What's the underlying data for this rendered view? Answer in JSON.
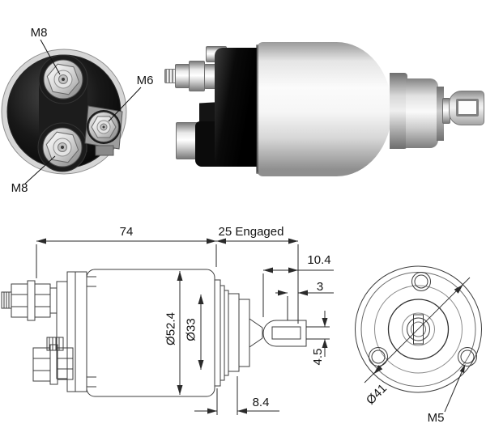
{
  "end_view": {
    "label_top_terminal": "M8",
    "label_side_terminal": "M6",
    "label_bottom_terminal": "M8"
  },
  "dimensions": {
    "overall_length": "74",
    "engaged_length": "25 Engaged",
    "plunger_dim_a": "10.4",
    "plunger_dim_b": "3",
    "body_diameter": "Ø52.4",
    "boss_diameter": "Ø33",
    "fork_slot": "4.5",
    "flange_offset": "8.4",
    "flange_diameter": "Ø41",
    "mounting_thread": "M5"
  },
  "colors": {
    "drawing_line": "#3c3c3c",
    "label_text": "#141414",
    "cap_black": "#0a0a0a",
    "metal_light": "#f6f6f6"
  }
}
